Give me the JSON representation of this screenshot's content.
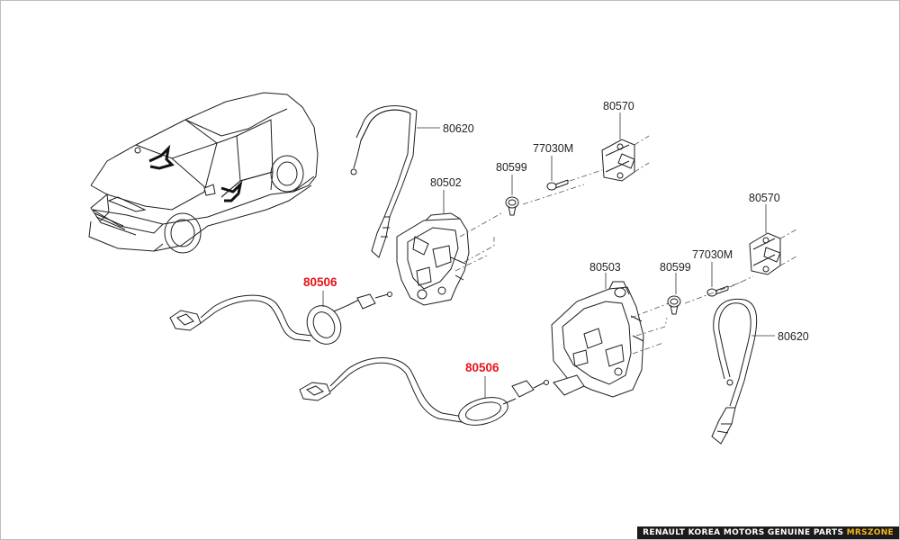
{
  "diagram": {
    "labels": {
      "handle_cable_rear": "80620",
      "handle_cable_front": "80620",
      "lock_front": "80502",
      "lock_rear": "80503",
      "bolt_front": "80599",
      "bolt_rear": "80599",
      "screw_front": "77030M",
      "screw_rear": "77030M",
      "striker_front": "80570",
      "striker_rear": "80570",
      "cable_upper": "80506",
      "cable_lower": "80506"
    },
    "highlight_color": "#e8141c"
  },
  "footer": {
    "text": "RENAULT KOREA MOTORS GENUINE PARTS ",
    "brand": "MRSZONE",
    "brand_color": "#f2b81d"
  }
}
